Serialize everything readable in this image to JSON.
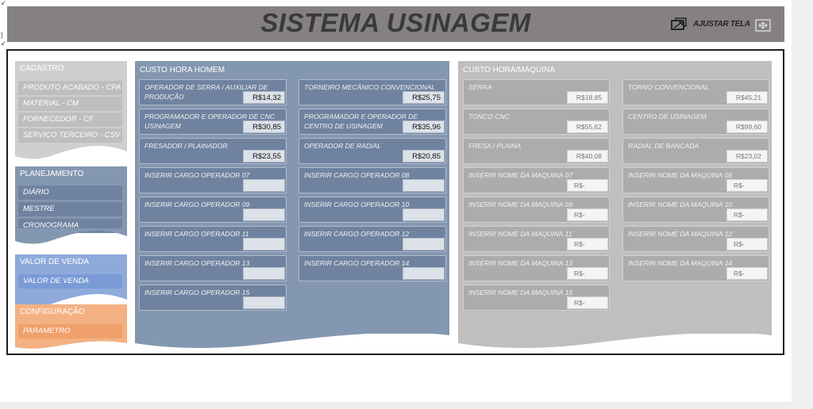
{
  "header": {
    "title": "SISTEMA USINAGEM",
    "adjust_label": "AJUSTAR TELA"
  },
  "colors": {
    "header": "#858181",
    "cadastro": "#cfcfcf",
    "planejamento": "#8497b0",
    "venda": "#8eaadb",
    "config": "#f4b183",
    "homem": "#8497b0",
    "maquina": "#bfbfbf"
  },
  "menus": {
    "cadastro": {
      "title": "CADASTRO",
      "items": [
        "PRODUTO ACABADO - CPA",
        "MATERIAL - CM",
        "FORNECEDOR - CF",
        "SERVIÇO TERCEIRO - CSV"
      ]
    },
    "planejamento": {
      "title": "PLANEJAMENTO",
      "items": [
        "DIÁRIO",
        "MESTRE",
        "CRONOGRAMA"
      ]
    },
    "venda": {
      "title": "VALOR DE VENDA PRODUTO",
      "items": [
        "VALOR DE VENDA"
      ]
    },
    "configuracao": {
      "title": "CONFIGURAÇÃO",
      "items": [
        "PARAMETRO"
      ]
    }
  },
  "custo_homem": {
    "title": "CUSTO HORA HOMEM",
    "cards": [
      {
        "label": "OPERADOR DE SERRA / AUXILIAR DE PRODUÇÃO",
        "value": "R$14,32"
      },
      {
        "label": "TORNEIRO MECÂNICO CONVENCIONAL",
        "value": "R$25,75"
      },
      {
        "label": "PROGRAMADOR E OPERADOR DE CNC USINAGEM",
        "value": "R$30,85"
      },
      {
        "label": "PROGRAMADOR E OPERADOR DE CENTRO DE USINAGEM",
        "value": "R$35,96"
      },
      {
        "label": "FRESADOR / PLAINADOR",
        "value": "R$23,55"
      },
      {
        "label": "OPERADOR DE RADIAL",
        "value": "R$20,85"
      },
      {
        "label": "INSERIR CARGO OPERADOR 07",
        "value": ""
      },
      {
        "label": "INSERIR CARGO OPERADOR 08",
        "value": ""
      },
      {
        "label": "INSERIR CARGO OPERADOR 09",
        "value": ""
      },
      {
        "label": "INSERIR CARGO OPERADOR 10",
        "value": ""
      },
      {
        "label": "INSERIR CARGO OPERADOR 11",
        "value": ""
      },
      {
        "label": "INSERIR CARGO OPERADOR 12",
        "value": ""
      },
      {
        "label": "INSERIR CARGO OPERADOR 13",
        "value": ""
      },
      {
        "label": "INSERIR CARGO OPERADOR 14",
        "value": ""
      },
      {
        "label": "INSERIR CARGO OPERADOR 15",
        "value": ""
      }
    ]
  },
  "custo_maquina": {
    "title": "CUSTO HORA/MÁQUINA",
    "cards": [
      {
        "label": "SERRA",
        "value": "R$18,85"
      },
      {
        "label": "TORNO CONVENCIONAL",
        "value": "R$45,21"
      },
      {
        "label": "TONCO CNC",
        "value": "R$55,62"
      },
      {
        "label": "CENTRO DE USINAGEM",
        "value": "R$99,60"
      },
      {
        "label": "FRESA / PLAINA",
        "value": "R$40,08"
      },
      {
        "label": "RADIAL DE BANCADA",
        "value": "R$23,02"
      },
      {
        "label": "INSERIR NOME DA MAQUINA 07",
        "value": "R$-"
      },
      {
        "label": "INSERIR NOME DA MAQUINA 08",
        "value": "R$-"
      },
      {
        "label": "INSERIR NOME DA MAQUINA 09",
        "value": "R$-"
      },
      {
        "label": "INSERIR NOME DA MAQUINA 10",
        "value": "R$-"
      },
      {
        "label": "INSERIR NOME DA MAQUINA 11",
        "value": "R$-"
      },
      {
        "label": "INSERIR NOME DA MAQUINA 12",
        "value": "R$-"
      },
      {
        "label": "INSERIR NOME DA MAQUINA 13",
        "value": "R$-"
      },
      {
        "label": "INSERIR NOME DA MAQUINA 14",
        "value": "R$-"
      },
      {
        "label": "INSERIR NOME DA MAQUINA 15",
        "value": "R$-"
      }
    ]
  }
}
